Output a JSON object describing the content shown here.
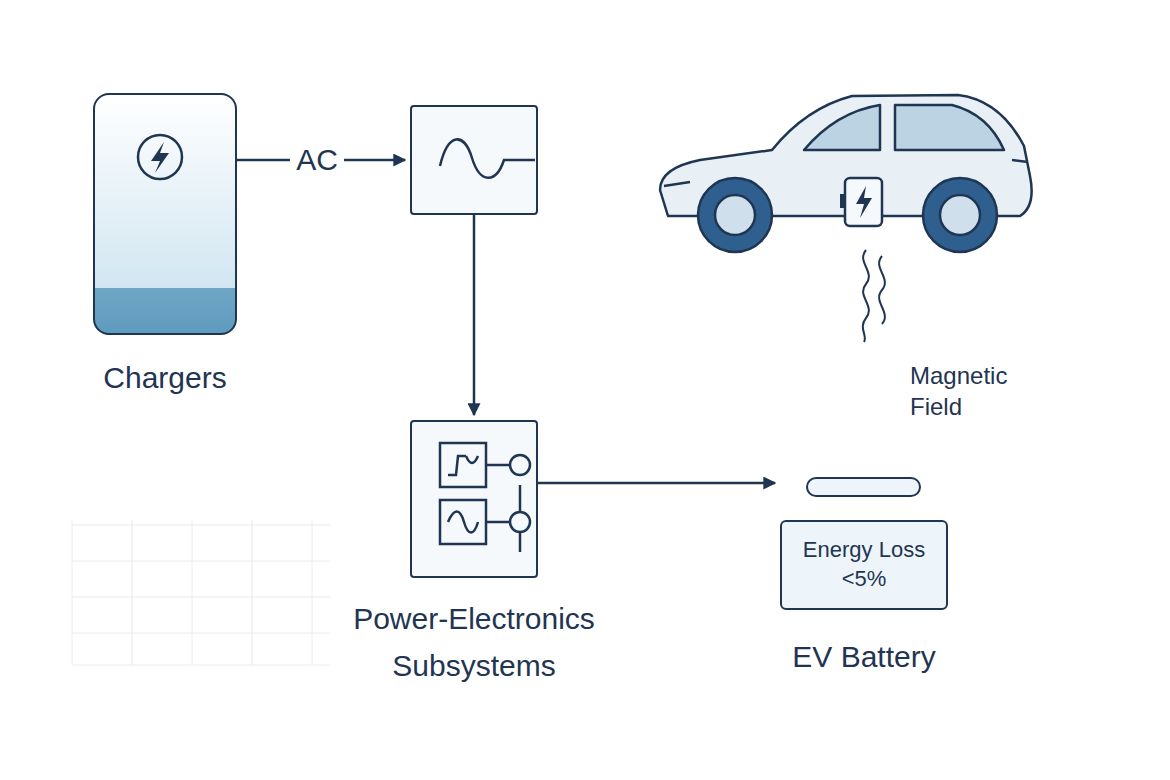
{
  "diagram": {
    "nodes": [
      {
        "text": [
          "Chargers"
        ]
      },
      {
        "text": []
      },
      {
        "text": [
          "Power-Electronics Subsystems"
        ]
      },
      {
        "text": [
          "Energy Loss <5%",
          "EV Battery"
        ]
      }
    ],
    "edges": [
      {
        "from": 0,
        "to": 1,
        "label": "AC",
        "arrow": "to"
      },
      {
        "from": 1,
        "to": 2,
        "arrow": "to"
      },
      {
        "from": 2,
        "to": 3,
        "arrow": "to"
      }
    ],
    "labels": [
      "Magnetic Field"
    ]
  }
}
